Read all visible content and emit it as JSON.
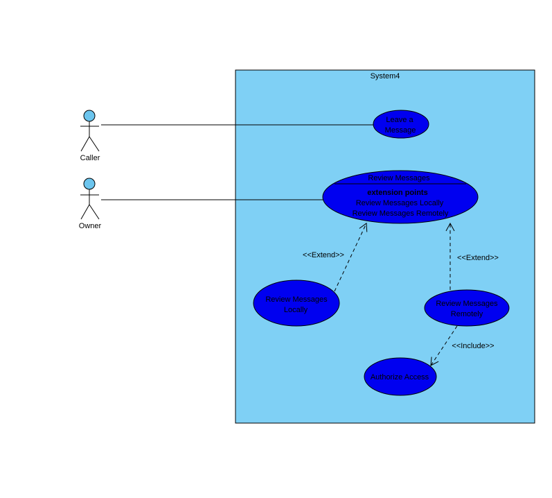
{
  "colors": {
    "system_fill": "#7fd0f5",
    "usecase_fill": "#0000f0",
    "actor_head": "#6cc5ee",
    "line": "#000000"
  },
  "system": {
    "name": "System4"
  },
  "actors": {
    "caller": {
      "name": "Caller",
      "icon": "stick-figure-icon"
    },
    "owner": {
      "name": "Owner",
      "icon": "stick-figure-icon"
    }
  },
  "use_cases": {
    "leave_message": {
      "line1": "Leave a",
      "line2": "Message"
    },
    "review_messages": {
      "title": "Review Messages",
      "extension_header": "extension points",
      "ext1": "Review Messages Locally",
      "ext2": "Review Messages Remotely"
    },
    "review_locally": {
      "line1": "Review Messages",
      "line2": "Locally"
    },
    "review_remotely": {
      "line1": "Review Messages",
      "line2": "Remotely"
    },
    "authorize_access": {
      "label": "Authorize Access"
    }
  },
  "relationships": {
    "extend_left": "<<Extend>>",
    "extend_right": "<<Extend>>",
    "include": "<<Include>>"
  }
}
